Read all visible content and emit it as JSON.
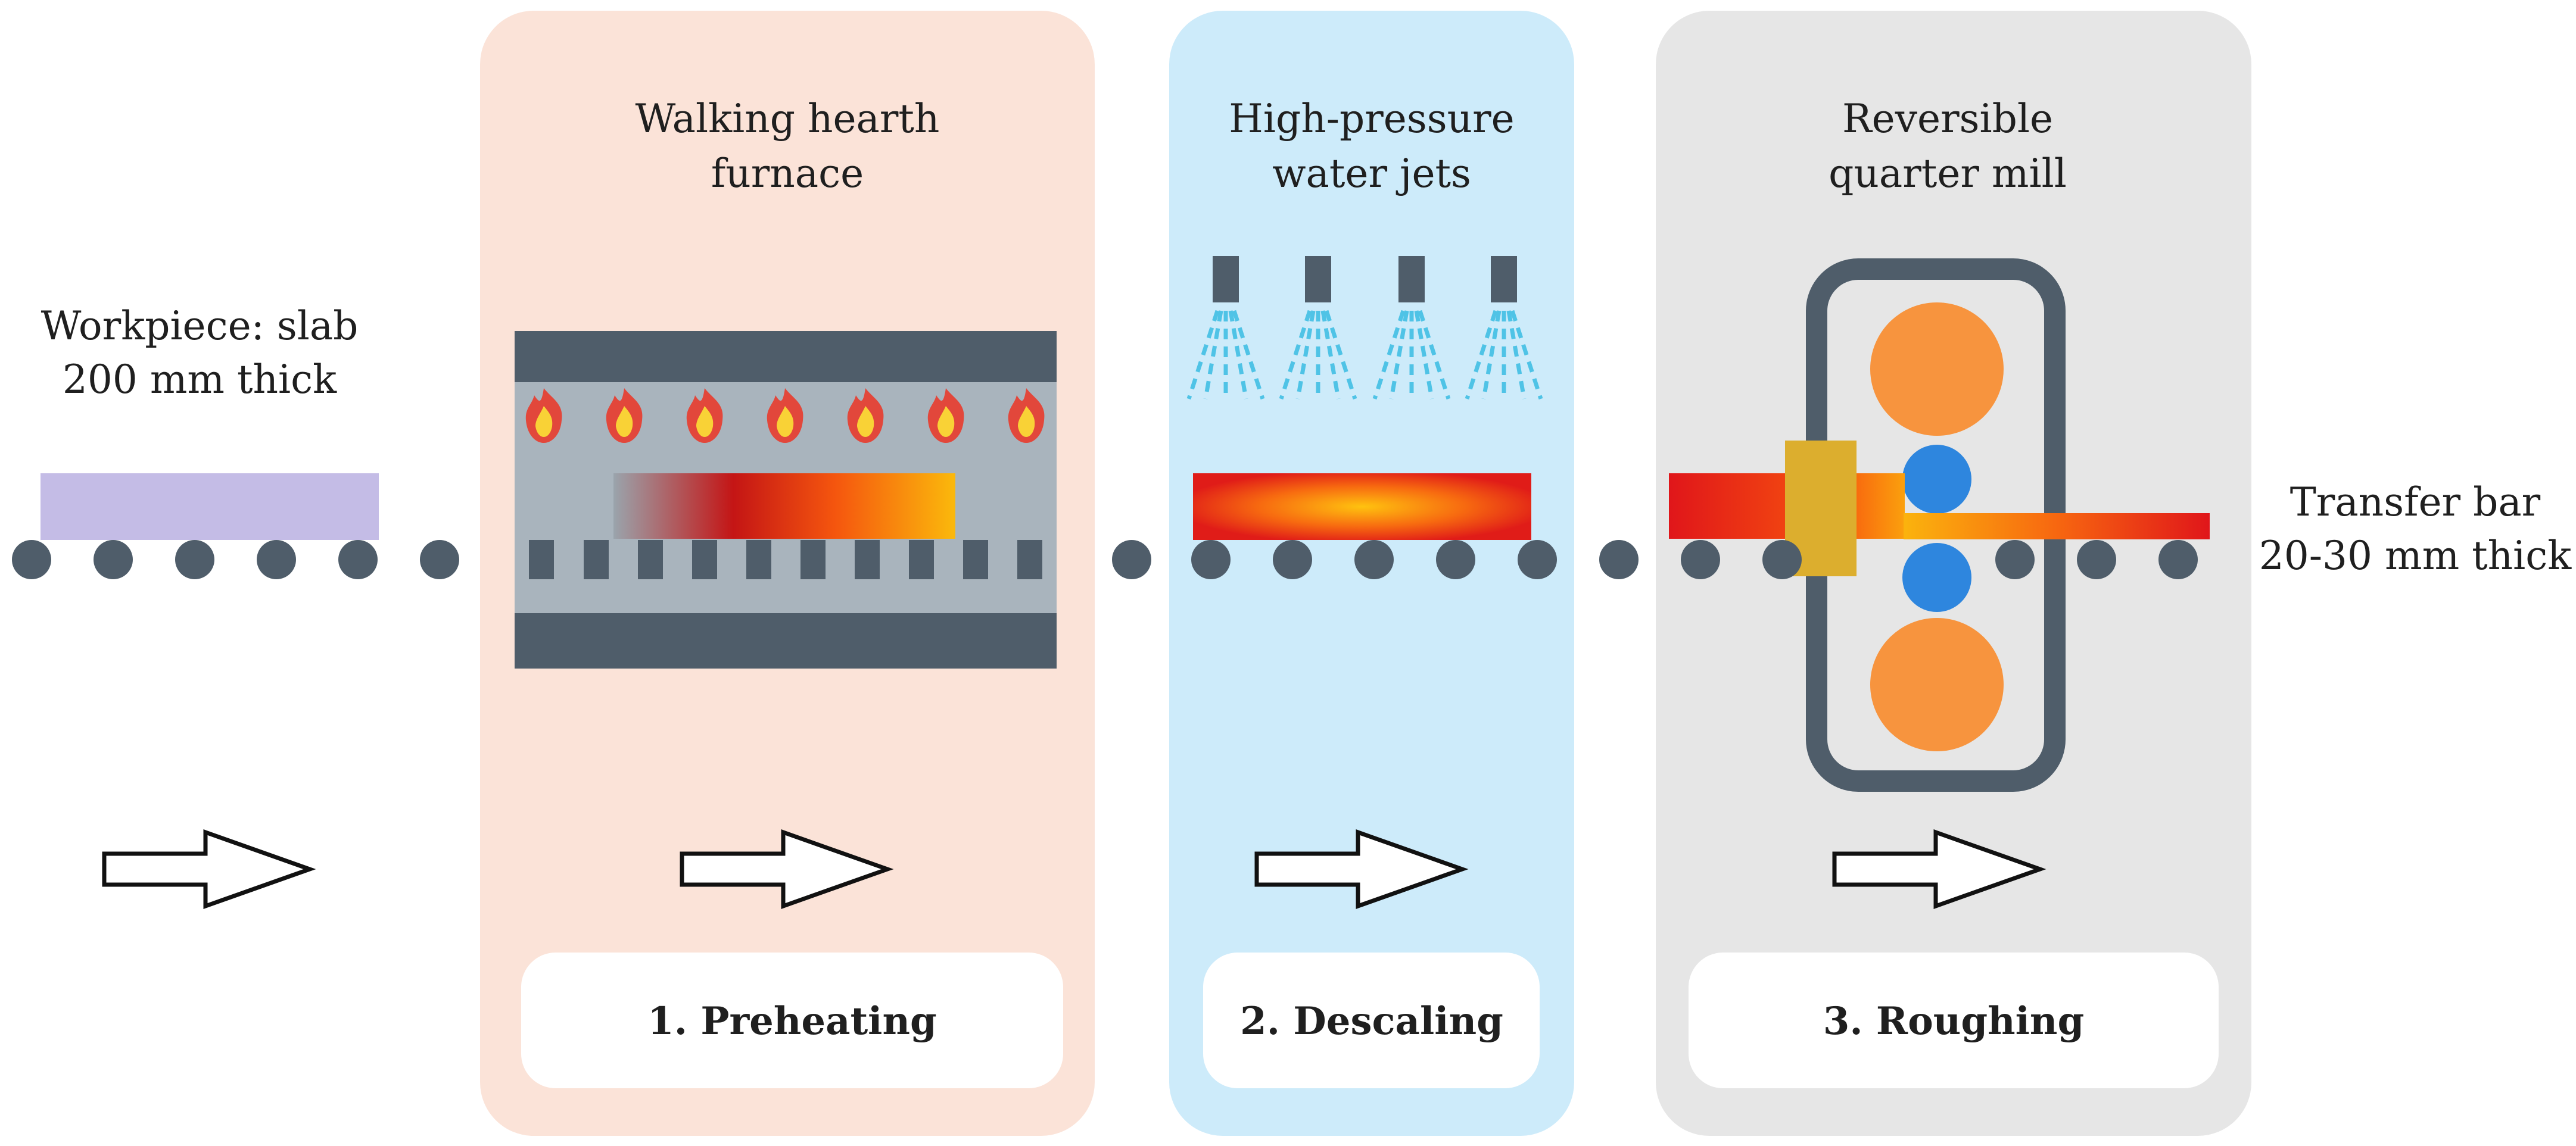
{
  "workpiece": {
    "line1": "Workpiece: slab",
    "line2": "200 mm thick"
  },
  "output": {
    "line1": "Transfer bar",
    "line2": "20-30 mm thick"
  },
  "stages": [
    {
      "id": "preheating",
      "title_line1": "Walking hearth",
      "title_line2": "furnace",
      "step_label": "1. Preheating",
      "panel_color": "#fbe3d8"
    },
    {
      "id": "descaling",
      "title_line1": "High-pressure",
      "title_line2": "water jets",
      "step_label": "2. Descaling",
      "panel_color": "#cdebfa"
    },
    {
      "id": "roughing",
      "title_line1": "Reversible",
      "title_line2": "quarter mill",
      "step_label": "3. Roughing",
      "panel_color": "#e6e6e6"
    }
  ],
  "colors": {
    "machine_gray": "#4f5d6a",
    "roller": "#4f5d6a",
    "slab_cold": "#c4bce6",
    "work_roll": "#2e86de",
    "backup_roll": "#f7943e",
    "guide": "#dcae2e",
    "flame_outer": "#e2473b",
    "flame_inner": "#f9d236",
    "water": "#4fc3e6"
  },
  "icons": [
    "flame-icon",
    "water-spray-icon",
    "roller-icon",
    "flow-arrow-icon"
  ]
}
